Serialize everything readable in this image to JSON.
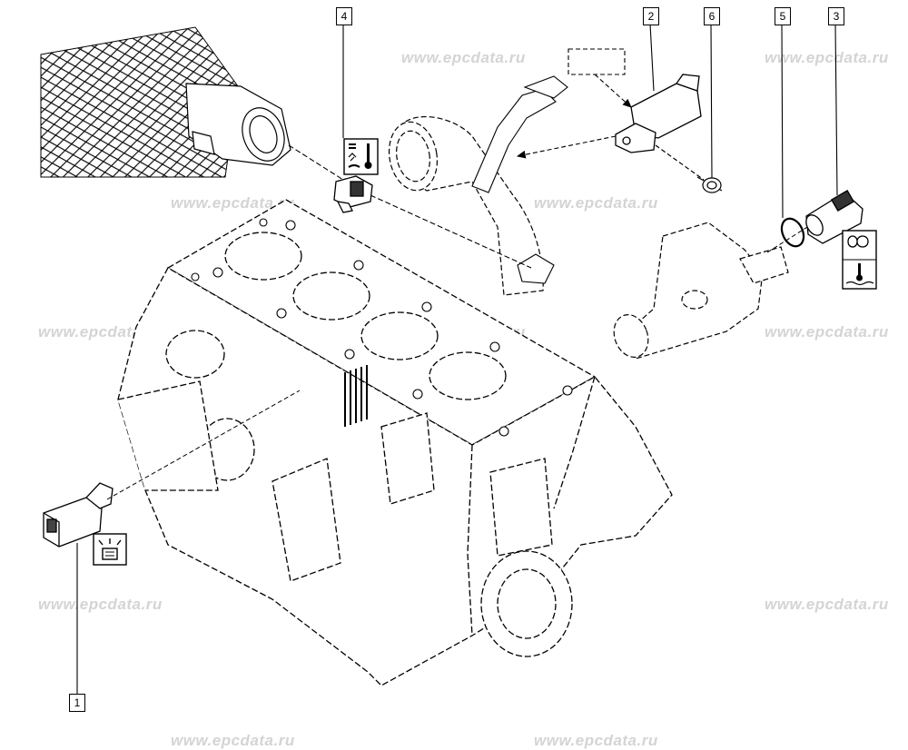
{
  "watermark": "www.epcdata.ru",
  "callouts": [
    {
      "id": "1",
      "part": "knock-sensor"
    },
    {
      "id": "2",
      "part": "manifold-pressure-sensor"
    },
    {
      "id": "3",
      "part": "coolant-temperature-sensor"
    },
    {
      "id": "4",
      "part": "air-temperature-pressure-sensor"
    },
    {
      "id": "5",
      "part": "o-ring-seal"
    },
    {
      "id": "6",
      "part": "fixing-screw"
    }
  ],
  "icons": [
    "knock-pictogram-icon",
    "air-temperature-pictogram-icon",
    "coolant-temperature-pictogram-icon"
  ],
  "colors": {
    "line": "#000000",
    "watermark": "#d4d4d4",
    "background": "#ffffff"
  }
}
